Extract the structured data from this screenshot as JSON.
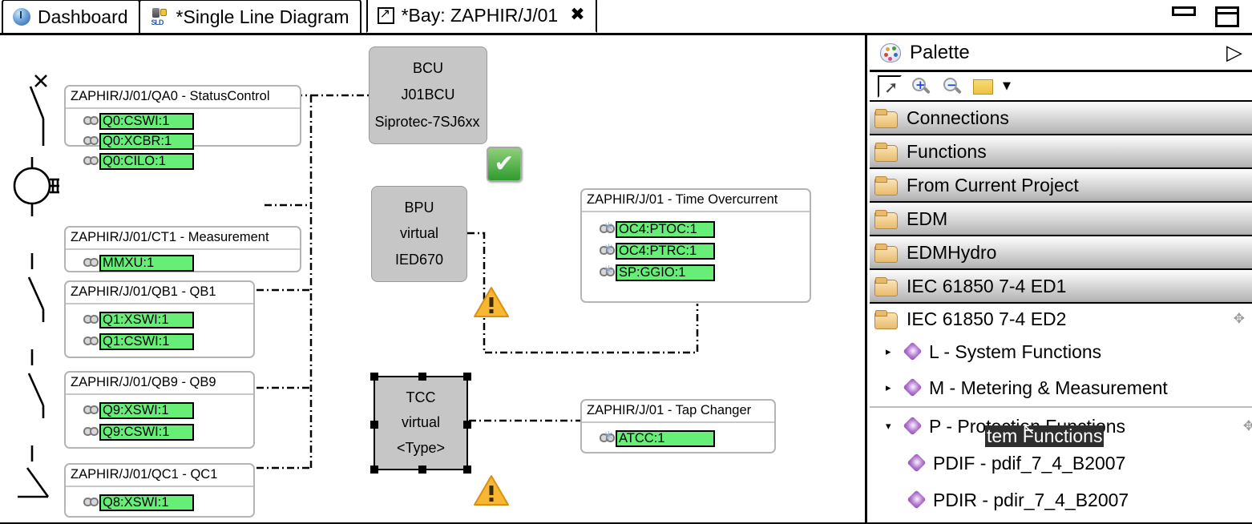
{
  "window": {
    "minimize_label": "minimize",
    "maximize_label": "maximize"
  },
  "tabs": [
    {
      "label": "Dashboard",
      "icon": "dashboard-icon",
      "active": false,
      "closable": false
    },
    {
      "label": "*Single Line Diagram",
      "icon": "sld-icon",
      "active": false,
      "closable": false
    },
    {
      "label": "*Bay: ZAPHIR/J/01",
      "icon": "bay-icon",
      "active": true,
      "closable": true,
      "close_glyph": "✖"
    }
  ],
  "canvas": {
    "sld_symbols": [
      {
        "name": "circuit-breaker-symbol"
      },
      {
        "name": "current-transformer-symbol"
      },
      {
        "name": "disconnector-qb1-symbol"
      },
      {
        "name": "disconnector-qb9-symbol"
      },
      {
        "name": "earth-switch-symbol"
      }
    ],
    "ln_groups": [
      {
        "title": "ZAPHIR/J/01/QA0 - StatusControl",
        "icon": "chain-link-icon",
        "nodes": [
          "Q0:CSWI:1",
          "Q0:XCBR:1",
          "Q0:CILO:1"
        ]
      },
      {
        "title": "ZAPHIR/J/01/CT1 - Measurement",
        "icon": "chain-link-icon",
        "nodes": [
          "MMXU:1"
        ]
      },
      {
        "title": "ZAPHIR/J/01/QB1 - QB1",
        "icon": "chain-link-icon",
        "nodes": [
          "Q1:XSWI:1",
          "Q1:CSWI:1"
        ]
      },
      {
        "title": "ZAPHIR/J/01/QB9 - QB9",
        "icon": "chain-link-icon",
        "nodes": [
          "Q9:XSWI:1",
          "Q9:CSWI:1"
        ]
      },
      {
        "title": "ZAPHIR/J/01/QC1 - QC1",
        "icon": "chain-link-icon",
        "nodes": [
          "Q8:XSWI:1"
        ]
      },
      {
        "title": "ZAPHIR/J/01 - Time Overcurrent",
        "icon": "chain-link-sync-icon",
        "nodes": [
          "OC4:PTOC:1",
          "OC4:PTRC:1",
          "SP:GGIO:1"
        ]
      },
      {
        "title": "ZAPHIR/J/01 - Tap Changer",
        "icon": "chain-link-sync-icon",
        "nodes": [
          "ATCC:1"
        ]
      }
    ],
    "ieds": [
      {
        "name": "BCU",
        "lines": [
          "BCU",
          "J01BCU",
          "Siprotec-7SJ6xx"
        ],
        "selected": false
      },
      {
        "name": "BPU",
        "lines": [
          "BPU",
          "virtual",
          "IED670"
        ],
        "selected": false
      },
      {
        "name": "TCC",
        "lines": [
          "TCC",
          "virtual",
          "<Type>"
        ],
        "selected": true
      }
    ],
    "status_badges": [
      {
        "type": "ok",
        "name": "status-ok-badge"
      },
      {
        "type": "warning",
        "name": "status-warning-badge-bpu",
        "glyph": "!"
      },
      {
        "type": "warning",
        "name": "status-warning-badge-tcc",
        "glyph": "!"
      }
    ],
    "colors": {
      "ln_fill": "#66ee77",
      "ied_fill": "#c6c6c6",
      "ok_badge": "#2f9b2f",
      "warn_badge": "#f5a623"
    }
  },
  "palette": {
    "title": "Palette",
    "title_icon": "palette-icon",
    "expand_arrow": "▷",
    "toolbar": [
      {
        "name": "select-tool",
        "icon": "cursor-arrow-icon",
        "selected": true
      },
      {
        "name": "zoom-in-tool",
        "icon": "magnifier-plus-icon",
        "glyph": "+"
      },
      {
        "name": "zoom-out-tool",
        "icon": "magnifier-minus-icon",
        "glyph": "−"
      },
      {
        "name": "note-tool",
        "icon": "sticky-note-icon"
      },
      {
        "name": "note-tool-dropdown",
        "icon": "chevron-down-icon",
        "glyph": "▼"
      }
    ],
    "drawers": [
      {
        "label": "Connections",
        "icon": "folder-icon",
        "open": false,
        "pinned": false
      },
      {
        "label": "Functions",
        "icon": "folder-icon",
        "open": false,
        "pinned": false
      },
      {
        "label": "From Current Project",
        "icon": "folder-icon",
        "open": false,
        "pinned": false
      },
      {
        "label": "EDM",
        "icon": "folder-icon",
        "open": false,
        "pinned": false
      },
      {
        "label": "EDMHydro",
        "icon": "folder-icon",
        "open": false,
        "pinned": false
      },
      {
        "label": "IEC 61850 7-4  ED1",
        "icon": "folder-icon",
        "open": false,
        "pinned": false
      },
      {
        "label": "IEC 61850 7-4 ED2",
        "icon": "folder-icon",
        "open": true,
        "pinned": true,
        "pin_glyph": "✥"
      }
    ],
    "tree": [
      {
        "label": "L - System Functions",
        "icon": "lnclass-diamond-icon",
        "twisty": "▸",
        "level": 0,
        "pinned": false
      },
      {
        "label": "M - Metering & Measurement",
        "icon": "lnclass-diamond-icon",
        "twisty": "▸",
        "level": 0,
        "pinned": false
      },
      {
        "label": "P - Protection Functions",
        "icon": "lnclass-diamond-icon",
        "twisty": "▾",
        "level": 0,
        "pinned": true,
        "pin_glyph": "✥"
      },
      {
        "label": "PDIF - pdif_7_4_B2007",
        "icon": "lnclass-diamond-icon",
        "twisty": "",
        "level": 1,
        "pinned": false
      },
      {
        "label": "PDIR - pdir_7_4_B2007",
        "icon": "lnclass-diamond-icon",
        "twisty": "",
        "level": 1,
        "pinned": false
      }
    ],
    "drag_ghost": {
      "label": "tem Functions",
      "cursor_glyph": "↖"
    }
  }
}
